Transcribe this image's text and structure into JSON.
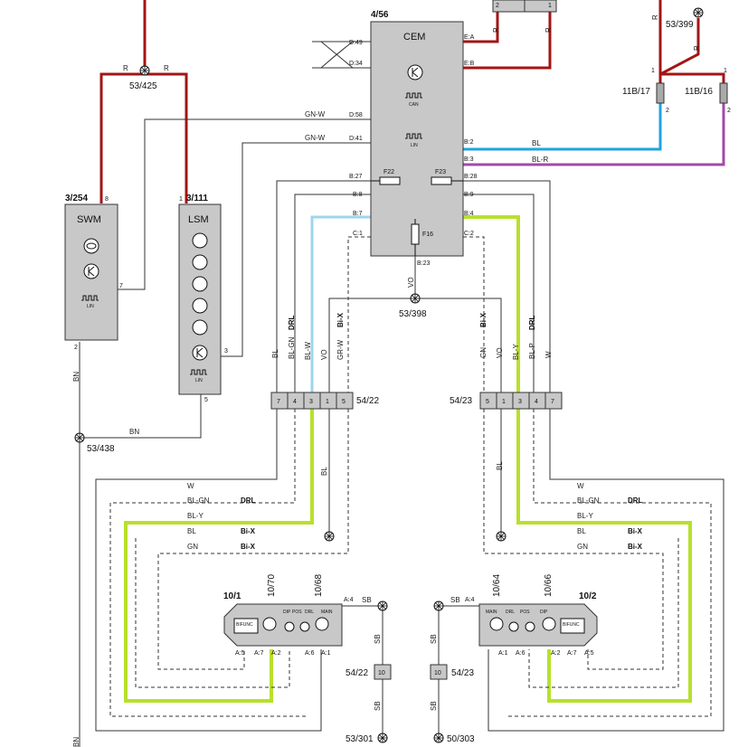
{
  "components": {
    "cem": {
      "id": "4/56",
      "name": "CEM",
      "can": "CAN",
      "lin": "LIN",
      "pins": {
        "d49": "D:49",
        "d34": "D:34",
        "d58": "D:58",
        "d41": "D:41",
        "ea": "E:A",
        "eb": "E:B",
        "b2": "B:2",
        "b3": "B:3",
        "b27": "B:27",
        "b28": "B:28",
        "b8": "B:8",
        "b9": "B:9",
        "b7": "B:7",
        "b4": "B:4",
        "c1": "C:1",
        "c2": "C:2",
        "b23": "B:23"
      },
      "fuses": {
        "f22": "F22",
        "f23": "F23",
        "f16": "F16"
      }
    },
    "swm": {
      "id": "3/254",
      "name": "SWM",
      "lin": "LIN",
      "pin8": "8",
      "pin7": "7",
      "pin2": "2"
    },
    "lsm": {
      "id": "3/111",
      "name": "LSM",
      "lin": "LIN",
      "pin1": "1",
      "pin3": "3",
      "pin5": "5"
    },
    "conn_11b17": "11B/17",
    "conn_11b16": "11B/16",
    "headlamp_left": {
      "id": "10/1",
      "sub1": "10/70",
      "sub2": "10/68",
      "bifunc": "BIFUNC",
      "labels": [
        "DIP",
        "POS",
        "DRL",
        "MAIN"
      ],
      "pins": {
        "a4": "A:4",
        "a5": "A:5",
        "a7": "A:7",
        "a2": "A:2",
        "a6": "A:6",
        "a1": "A:1"
      }
    },
    "headlamp_right": {
      "id": "10/2",
      "sub1": "10/64",
      "sub2": "10/66",
      "bifunc": "BIFUNC",
      "labels": [
        "MAIN",
        "DRL",
        "POS",
        "DIP"
      ],
      "pins": {
        "a4": "A:4",
        "a1": "A:1",
        "a6": "A:6",
        "a2": "A:2",
        "a7": "A:7",
        "a5": "A:5"
      }
    }
  },
  "connectors": {
    "c5422": {
      "id": "54/22",
      "pins": [
        "7",
        "4",
        "3",
        "1",
        "5"
      ]
    },
    "c5423": {
      "id": "54/23",
      "pins": [
        "5",
        "1",
        "3",
        "4",
        "7"
      ]
    },
    "c5422b": {
      "id": "54/22",
      "pin": "10"
    },
    "c5423b": {
      "id": "54/23",
      "pin": "10"
    }
  },
  "splices": {
    "s53425": "53/425",
    "s53399": "53/399",
    "s53398": "53/398",
    "s53438": "53/438",
    "s53301": "53/301",
    "s50303": "50/303"
  },
  "wire_colors": {
    "r": "R",
    "gn_w": "GN-W",
    "bl": "BL",
    "bl_r": "BL-R",
    "bn": "BN",
    "vo": "VO",
    "bl_gn": "BL-GN",
    "bl_w": "BL-W",
    "gr_w": "GR-W",
    "gn": "GN",
    "bl_y": "BL-Y",
    "bl_p": "BL-P",
    "w": "W",
    "sb": "SB"
  },
  "function_labels": {
    "drl": "DRL",
    "bix": "Bi-X"
  },
  "misc": {
    "one": "1",
    "two": "2"
  },
  "colors": {
    "red": "#a31515",
    "lime": "#b8e02c",
    "light_blue": "#9dd6ec",
    "blue": "#1fa3e0",
    "purple": "#a04aa8",
    "box_gray": "#c8c8c8"
  }
}
